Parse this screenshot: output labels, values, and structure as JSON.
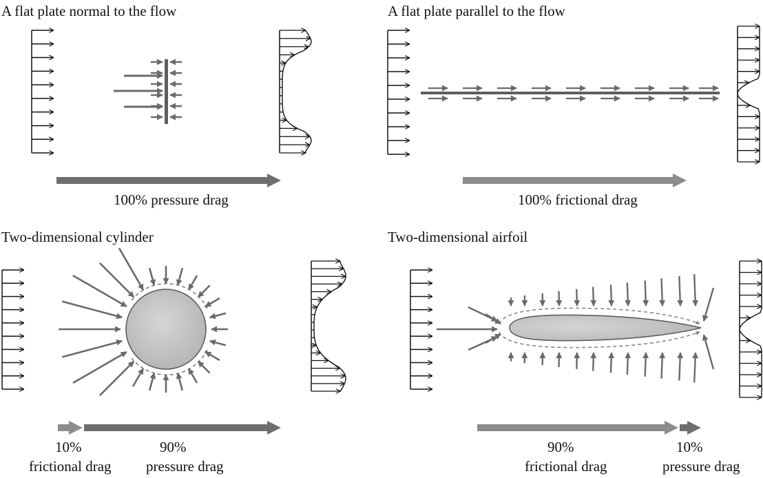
{
  "colors": {
    "line": "#111111",
    "arrow_gray": "#6a6a6a",
    "drag_pressure": "#6e6e6e",
    "drag_friction": "#8c8c8c",
    "body_fill": "#c8c8c8",
    "body_stroke": "#555555"
  },
  "panels": {
    "plate_normal": {
      "title": "A flat plate normal to the flow",
      "drag_label": "100% pressure drag"
    },
    "plate_parallel": {
      "title": "A flat plate parallel to the flow",
      "drag_label": "100% frictional drag"
    },
    "cylinder": {
      "title": "Two-dimensional cylinder",
      "friction_pct": "10%",
      "friction_label": "frictional drag",
      "pressure_pct": "90%",
      "pressure_label": "pressure drag"
    },
    "airfoil": {
      "title": "Two-dimensional airfoil",
      "friction_pct": "90%",
      "friction_label": "frictional drag",
      "pressure_pct": "10%",
      "pressure_label": "pressure drag"
    }
  }
}
